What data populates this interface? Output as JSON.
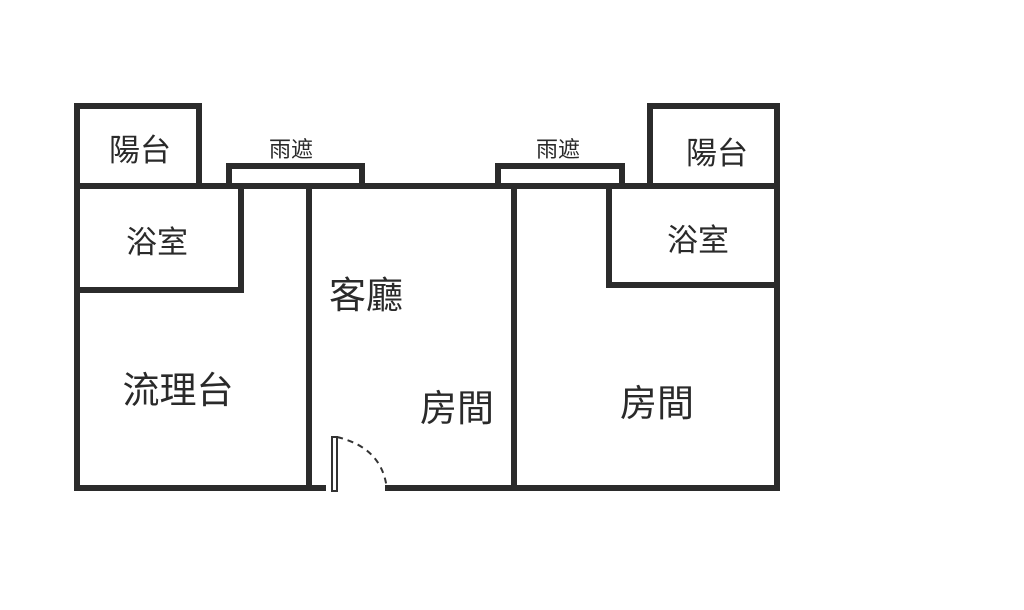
{
  "floorplan": {
    "rooms": {
      "balcony_left": "陽台",
      "canopy_left": "雨遮",
      "bath_left": "浴室",
      "kitchen": "流理台",
      "living": "客廳",
      "bedroom_1": "房間",
      "canopy_right": "雨遮",
      "balcony_right": "陽台",
      "bath_right": "浴室",
      "bedroom_2": "房間"
    }
  },
  "colors": {
    "wall": "#2b2b2b",
    "background": "#ffffff"
  }
}
